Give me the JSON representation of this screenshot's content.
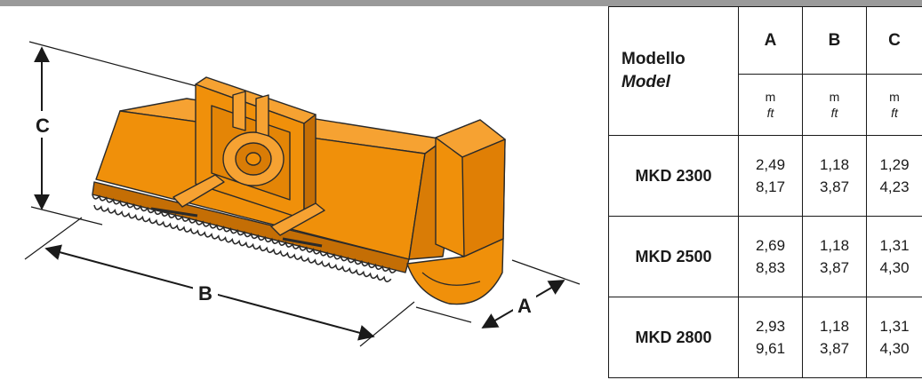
{
  "illustration": {
    "labels": {
      "a": "A",
      "b": "B",
      "c": "C"
    },
    "colors": {
      "body": "#f0900a",
      "body_light": "#f6a232",
      "body_dark": "#c46e05",
      "outline": "#2a2a2a"
    }
  },
  "table": {
    "header": {
      "model_it": "Modello",
      "model_en": "Model",
      "col_a": "A",
      "col_b": "B",
      "col_c": "C"
    },
    "units": {
      "metric": "m",
      "imperial": "ft"
    },
    "rows": [
      {
        "model": "MKD 2300",
        "a_m": "2,49",
        "a_ft": "8,17",
        "b_m": "1,18",
        "b_ft": "3,87",
        "c_m": "1,29",
        "c_ft": "4,23"
      },
      {
        "model": "MKD 2500",
        "a_m": "2,69",
        "a_ft": "8,83",
        "b_m": "1,18",
        "b_ft": "3,87",
        "c_m": "1,31",
        "c_ft": "4,30"
      },
      {
        "model": "MKD 2800",
        "a_m": "2,93",
        "a_ft": "9,61",
        "b_m": "1,18",
        "b_ft": "3,87",
        "c_m": "1,31",
        "c_ft": "4,30"
      }
    ]
  }
}
